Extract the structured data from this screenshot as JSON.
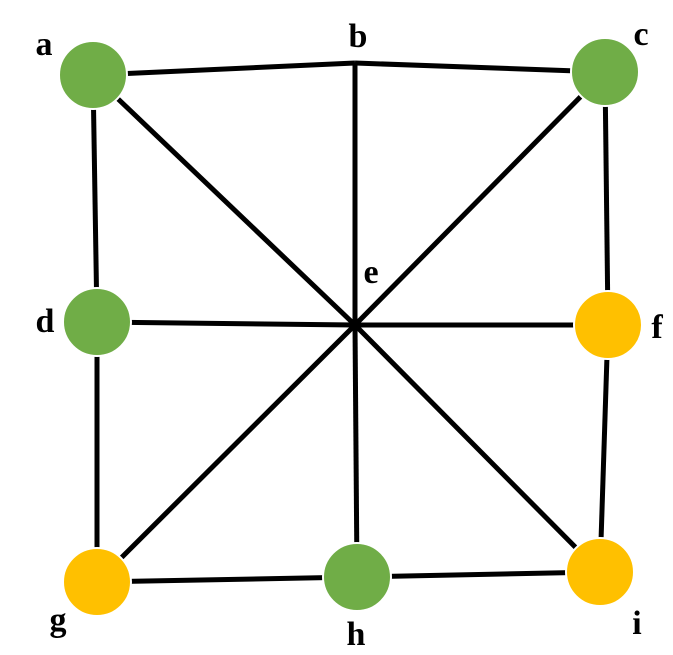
{
  "colors": {
    "green": "#70AD47",
    "yellow": "#FFC000",
    "edge": "#000000"
  },
  "nodes": [
    {
      "id": "a",
      "label": "a",
      "color": "green"
    },
    {
      "id": "b",
      "label": "b",
      "color": null
    },
    {
      "id": "c",
      "label": "c",
      "color": "green"
    },
    {
      "id": "d",
      "label": "d",
      "color": "green"
    },
    {
      "id": "e",
      "label": "e",
      "color": null
    },
    {
      "id": "f",
      "label": "f",
      "color": "yellow"
    },
    {
      "id": "g",
      "label": "g",
      "color": "yellow"
    },
    {
      "id": "h",
      "label": "h",
      "color": "green"
    },
    {
      "id": "i",
      "label": "i",
      "color": "yellow"
    }
  ],
  "edges": [
    [
      "a",
      "b"
    ],
    [
      "b",
      "c"
    ],
    [
      "a",
      "d"
    ],
    [
      "d",
      "g"
    ],
    [
      "c",
      "f"
    ],
    [
      "f",
      "i"
    ],
    [
      "g",
      "h"
    ],
    [
      "h",
      "i"
    ],
    [
      "a",
      "e"
    ],
    [
      "b",
      "e"
    ],
    [
      "c",
      "e"
    ],
    [
      "d",
      "e"
    ],
    [
      "f",
      "e"
    ],
    [
      "g",
      "e"
    ],
    [
      "h",
      "e"
    ],
    [
      "i",
      "e"
    ]
  ]
}
